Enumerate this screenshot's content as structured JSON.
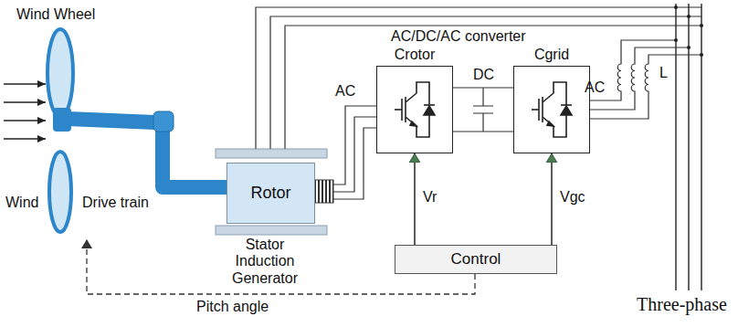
{
  "diagram": {
    "nodes": [
      {
        "text": [
          "Rotor"
        ]
      },
      {
        "text": [
          "Crotor"
        ]
      },
      {
        "text": [
          "Cgrid"
        ]
      },
      {
        "text": [
          "Control"
        ]
      }
    ],
    "edges": [
      {
        "from": 0,
        "to": 1,
        "arrow": "none",
        "label": "AC"
      },
      {
        "from": 1,
        "to": 2,
        "arrow": "none",
        "label": "DC"
      },
      {
        "from": 3,
        "to": 1,
        "arrow": "to",
        "label": "Vr"
      },
      {
        "from": 3,
        "to": 2,
        "arrow": "to",
        "label": "Vgc"
      }
    ],
    "labels": [
      "Wind Wheel",
      "Wind",
      "Drive train",
      "Stator",
      "Induction Generator",
      "AC/DC/AC converter",
      "AC",
      "L",
      "Three-phase",
      "Pitch angle"
    ]
  }
}
